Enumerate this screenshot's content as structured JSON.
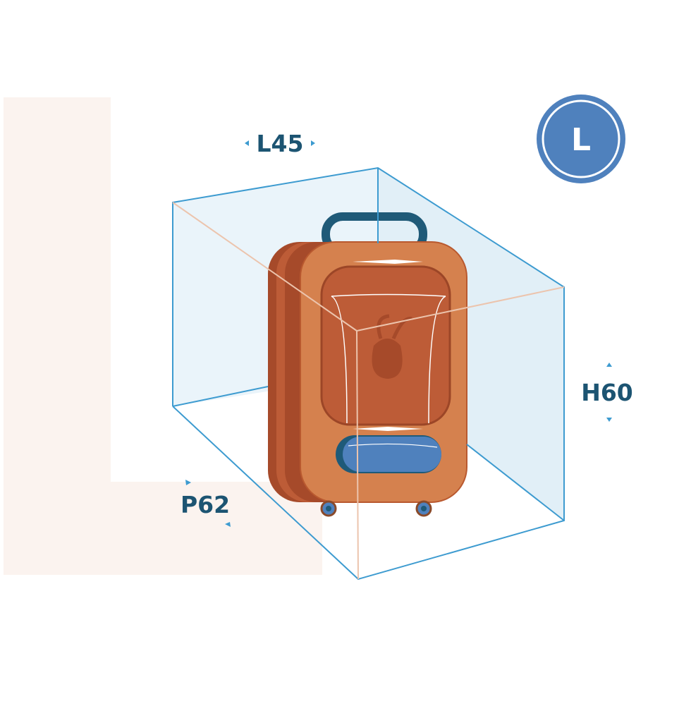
{
  "badge": {
    "size_label": "L",
    "color": "#4f81bd"
  },
  "dimensions": {
    "length": "L45",
    "height": "H60",
    "depth": "P62"
  },
  "colors": {
    "label": "#1c5472",
    "box_edge": "#3d9bd0",
    "suitcase": "#d5814e",
    "suitcase_dark": "#bd5c37",
    "handle": "#1f5a78"
  }
}
